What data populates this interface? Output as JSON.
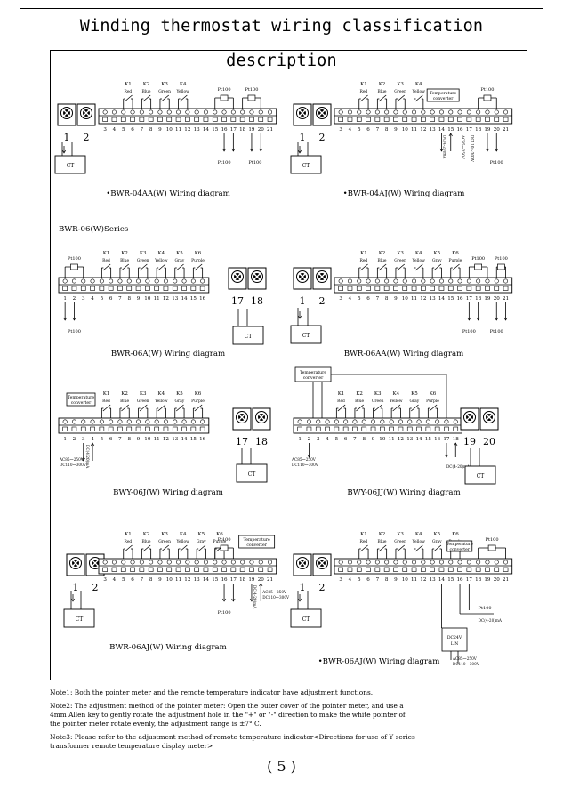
{
  "title": "Winding thermostat wiring classification description",
  "series_label": "BWR-06(W)Series",
  "relay_labels": [
    "K1",
    "K2",
    "K3",
    "K4",
    "K5",
    "K6"
  ],
  "relay_colors": [
    "Red",
    "Blue",
    "Green",
    "Yellow",
    "Gray",
    "Purple"
  ],
  "sensor_label": "Pt100",
  "ct_label": "CT",
  "converter_label": "Temperature converter",
  "ac_supply": "AC85～250V",
  "dc_supply": "DC110～300V",
  "current_output": "DC(4-20)mA",
  "dc24": "DC24V",
  "ln": "L  N",
  "diagrams": [
    {
      "caption": "•BWR-04AA(W) Wiring diagram"
    },
    {
      "caption": "•BWR-04AJ(W) Wiring diagram"
    },
    {
      "caption": "BWR-06A(W) Wiring diagram"
    },
    {
      "caption": "BWR-06AA(W) Wiring diagram"
    },
    {
      "caption": "BWY-06J(W) Wiring diagram"
    },
    {
      "caption": "BWY-06JJ(W) Wiring diagram"
    },
    {
      "caption": "BWR-06AJ(W) Wiring diagram"
    },
    {
      "caption": "•BWR-06AJ(W) Wiring diagram"
    }
  ],
  "notes": [
    "Note1: Both the pointer meter and the remote temperature indicator have adjustment functions.",
    "Note2: The adjustment method of the pointer meter: Open the outer cover of the pointer meter, and use a\n4mm Allen key to gently rotate the adjustment hole in the \"+\" or \"-\" direction to make the white pointer of\nthe pointer meter rotate evenly, the adjustment range is ±7° C.",
    "Note3: Please refer to the adjustment method of remote temperature indicator<Directions for use of Y series\ntransformer remote temperature display meter>"
  ],
  "page_number": "( 5 )"
}
